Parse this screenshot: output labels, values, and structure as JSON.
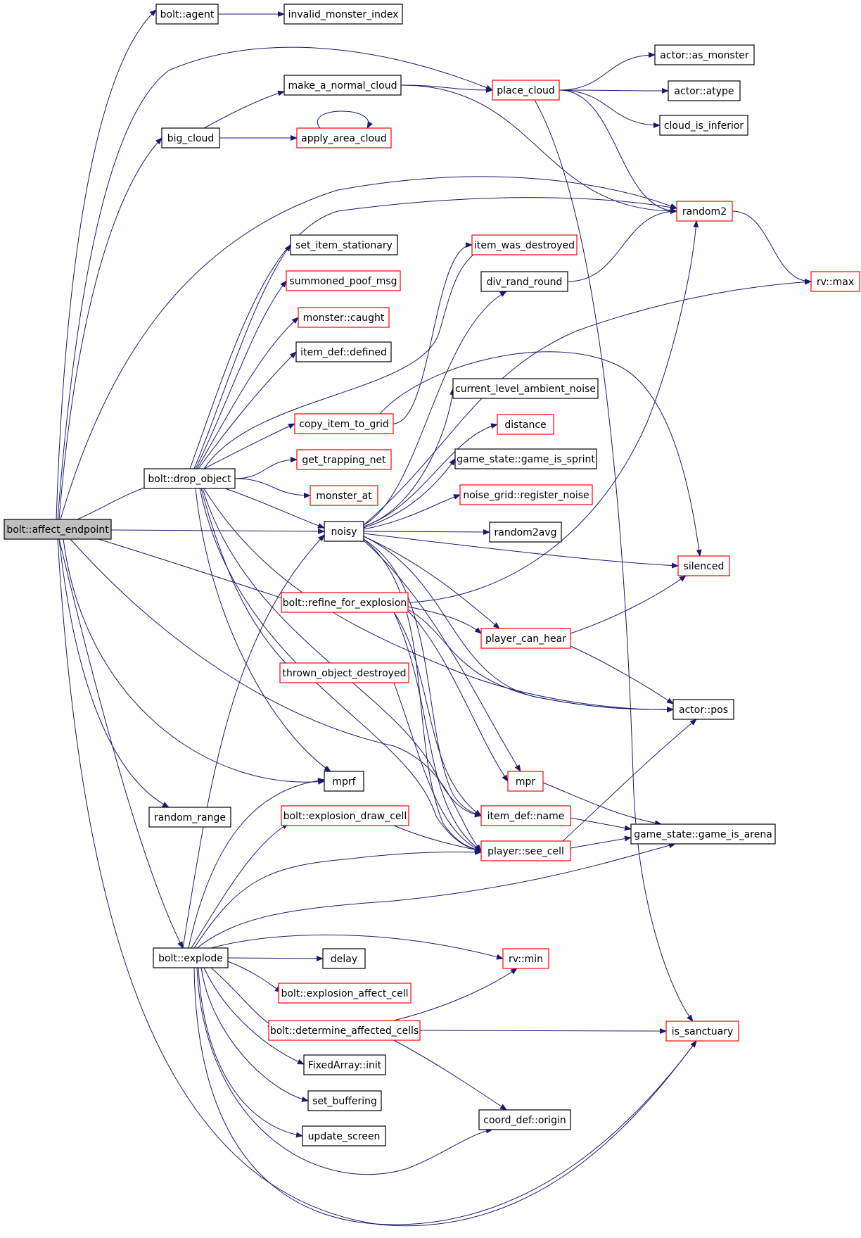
{
  "colors": {
    "edge": "#191970",
    "normal_border": "#000000",
    "truncated_border": "#ff0000",
    "root_fill": "#bfbfbf",
    "node_fill": "#ffffff"
  },
  "nodes": [
    {
      "id": "affect_endpoint",
      "label": "bolt::affect_endpoint",
      "style": "root"
    },
    {
      "id": "agent",
      "label": "bolt::agent",
      "style": "normal"
    },
    {
      "id": "invalid_monster_index",
      "label": "invalid_monster_index",
      "style": "normal"
    },
    {
      "id": "make_a_normal_cloud",
      "label": "make_a_normal_cloud",
      "style": "normal"
    },
    {
      "id": "place_cloud",
      "label": "place_cloud",
      "style": "truncated"
    },
    {
      "id": "as_monster",
      "label": "actor::as_monster",
      "style": "normal"
    },
    {
      "id": "atype",
      "label": "actor::atype",
      "style": "normal"
    },
    {
      "id": "cloud_is_inferior",
      "label": "cloud_is_inferior",
      "style": "normal"
    },
    {
      "id": "big_cloud",
      "label": "big_cloud",
      "style": "normal"
    },
    {
      "id": "apply_area_cloud",
      "label": "apply_area_cloud",
      "style": "truncated"
    },
    {
      "id": "random2",
      "label": "random2",
      "style": "truncated"
    },
    {
      "id": "set_item_stationary",
      "label": "set_item_stationary",
      "style": "normal"
    },
    {
      "id": "item_was_destroyed",
      "label": "item_was_destroyed",
      "style": "truncated"
    },
    {
      "id": "rv_max",
      "label": "rv::max",
      "style": "truncated"
    },
    {
      "id": "summoned_poof_msg",
      "label": "summoned_poof_msg",
      "style": "truncated"
    },
    {
      "id": "div_rand_round",
      "label": "div_rand_round",
      "style": "normal"
    },
    {
      "id": "monster_caught",
      "label": "monster::caught",
      "style": "truncated"
    },
    {
      "id": "item_def_defined",
      "label": "item_def::defined",
      "style": "normal"
    },
    {
      "id": "current_level_ambient_noise",
      "label": "current_level_ambient_noise",
      "style": "normal"
    },
    {
      "id": "copy_item_to_grid",
      "label": "copy_item_to_grid",
      "style": "truncated"
    },
    {
      "id": "distance",
      "label": "distance",
      "style": "truncated"
    },
    {
      "id": "get_trapping_net",
      "label": "get_trapping_net",
      "style": "truncated"
    },
    {
      "id": "game_is_sprint",
      "label": "game_state::game_is_sprint",
      "style": "normal"
    },
    {
      "id": "drop_object",
      "label": "bolt::drop_object",
      "style": "normal"
    },
    {
      "id": "monster_at",
      "label": "monster_at",
      "style": "truncated"
    },
    {
      "id": "register_noise",
      "label": "noise_grid::register_noise",
      "style": "truncated"
    },
    {
      "id": "noisy",
      "label": "noisy",
      "style": "normal"
    },
    {
      "id": "random2avg",
      "label": "random2avg",
      "style": "normal"
    },
    {
      "id": "silenced",
      "label": "silenced",
      "style": "truncated"
    },
    {
      "id": "refine_for_explosion",
      "label": "bolt::refine_for_explosion",
      "style": "truncated"
    },
    {
      "id": "player_can_hear",
      "label": "player_can_hear",
      "style": "truncated"
    },
    {
      "id": "thrown_object_destroyed",
      "label": "thrown_object_destroyed",
      "style": "truncated"
    },
    {
      "id": "actor_pos",
      "label": "actor::pos",
      "style": "normal"
    },
    {
      "id": "mprf",
      "label": "mprf",
      "style": "normal"
    },
    {
      "id": "mpr",
      "label": "mpr",
      "style": "truncated"
    },
    {
      "id": "random_range",
      "label": "random_range",
      "style": "normal"
    },
    {
      "id": "explosion_draw_cell",
      "label": "bolt::explosion_draw_cell",
      "style": "truncated"
    },
    {
      "id": "item_def_name",
      "label": "item_def::name",
      "style": "truncated"
    },
    {
      "id": "game_is_arena",
      "label": "game_state::game_is_arena",
      "style": "normal"
    },
    {
      "id": "player_see_cell",
      "label": "player::see_cell",
      "style": "truncated"
    },
    {
      "id": "explode",
      "label": "bolt::explode",
      "style": "normal"
    },
    {
      "id": "delay",
      "label": "delay",
      "style": "normal"
    },
    {
      "id": "rv_min",
      "label": "rv::min",
      "style": "truncated"
    },
    {
      "id": "explosion_affect_cell",
      "label": "bolt::explosion_affect_cell",
      "style": "truncated"
    },
    {
      "id": "determine_affected_cells",
      "label": "bolt::determine_affected_cells",
      "style": "truncated"
    },
    {
      "id": "is_sanctuary",
      "label": "is_sanctuary",
      "style": "truncated"
    },
    {
      "id": "fixedarray_init",
      "label": "FixedArray::init",
      "style": "normal"
    },
    {
      "id": "set_buffering",
      "label": "set_buffering",
      "style": "normal"
    },
    {
      "id": "coord_origin",
      "label": "coord_def::origin",
      "style": "normal"
    },
    {
      "id": "update_screen",
      "label": "update_screen",
      "style": "normal"
    }
  ],
  "edges": [
    [
      "affect_endpoint",
      "agent"
    ],
    [
      "affect_endpoint",
      "place_cloud"
    ],
    [
      "affect_endpoint",
      "big_cloud"
    ],
    [
      "affect_endpoint",
      "random2"
    ],
    [
      "affect_endpoint",
      "drop_object"
    ],
    [
      "affect_endpoint",
      "noisy"
    ],
    [
      "affect_endpoint",
      "refine_for_explosion"
    ],
    [
      "affect_endpoint",
      "player_see_cell"
    ],
    [
      "affect_endpoint",
      "mprf"
    ],
    [
      "affect_endpoint",
      "random_range"
    ],
    [
      "affect_endpoint",
      "explode"
    ],
    [
      "affect_endpoint",
      "is_sanctuary"
    ],
    [
      "agent",
      "invalid_monster_index"
    ],
    [
      "big_cloud",
      "make_a_normal_cloud"
    ],
    [
      "big_cloud",
      "apply_area_cloud"
    ],
    [
      "make_a_normal_cloud",
      "place_cloud"
    ],
    [
      "make_a_normal_cloud",
      "random2"
    ],
    [
      "apply_area_cloud",
      "apply_area_cloud"
    ],
    [
      "place_cloud",
      "as_monster"
    ],
    [
      "place_cloud",
      "atype"
    ],
    [
      "place_cloud",
      "cloud_is_inferior"
    ],
    [
      "place_cloud",
      "random2"
    ],
    [
      "place_cloud",
      "is_sanctuary"
    ],
    [
      "random2",
      "rv_max"
    ],
    [
      "drop_object",
      "random2"
    ],
    [
      "drop_object",
      "set_item_stationary"
    ],
    [
      "drop_object",
      "summoned_poof_msg"
    ],
    [
      "drop_object",
      "monster_caught"
    ],
    [
      "drop_object",
      "item_def_defined"
    ],
    [
      "drop_object",
      "copy_item_to_grid"
    ],
    [
      "drop_object",
      "get_trapping_net"
    ],
    [
      "drop_object",
      "monster_at"
    ],
    [
      "drop_object",
      "noisy"
    ],
    [
      "drop_object",
      "thrown_object_destroyed"
    ],
    [
      "drop_object",
      "mprf"
    ],
    [
      "drop_object",
      "actor_pos"
    ],
    [
      "drop_object",
      "item_def_name"
    ],
    [
      "drop_object",
      "player_see_cell"
    ],
    [
      "drop_object",
      "item_was_destroyed"
    ],
    [
      "copy_item_to_grid",
      "item_was_destroyed"
    ],
    [
      "copy_item_to_grid",
      "silenced"
    ],
    [
      "div_rand_round",
      "random2"
    ],
    [
      "noisy",
      "current_level_ambient_noise"
    ],
    [
      "noisy",
      "distance"
    ],
    [
      "noisy",
      "game_is_sprint"
    ],
    [
      "noisy",
      "register_noise"
    ],
    [
      "noisy",
      "random2avg"
    ],
    [
      "noisy",
      "silenced"
    ],
    [
      "noisy",
      "div_rand_round"
    ],
    [
      "noisy",
      "rv_max"
    ],
    [
      "noisy",
      "player_can_hear"
    ],
    [
      "noisy",
      "actor_pos"
    ],
    [
      "noisy",
      "mpr"
    ],
    [
      "noisy",
      "item_def_name"
    ],
    [
      "noisy",
      "player_see_cell"
    ],
    [
      "refine_for_explosion",
      "random2"
    ],
    [
      "refine_for_explosion",
      "player_can_hear"
    ],
    [
      "refine_for_explosion",
      "actor_pos"
    ],
    [
      "refine_for_explosion",
      "mpr"
    ],
    [
      "refine_for_explosion",
      "item_def_name"
    ],
    [
      "refine_for_explosion",
      "player_see_cell"
    ],
    [
      "player_can_hear",
      "silenced"
    ],
    [
      "player_can_hear",
      "actor_pos"
    ],
    [
      "thrown_object_destroyed",
      "player_see_cell"
    ],
    [
      "mpr",
      "game_is_arena"
    ],
    [
      "item_def_name",
      "game_is_arena"
    ],
    [
      "player_see_cell",
      "actor_pos"
    ],
    [
      "player_see_cell",
      "game_is_arena"
    ],
    [
      "explosion_draw_cell",
      "player_see_cell"
    ],
    [
      "explode",
      "noisy"
    ],
    [
      "explode",
      "mprf"
    ],
    [
      "explode",
      "explosion_draw_cell"
    ],
    [
      "explode",
      "player_see_cell"
    ],
    [
      "explode",
      "game_is_arena"
    ],
    [
      "explode",
      "rv_min"
    ],
    [
      "explode",
      "delay"
    ],
    [
      "explode",
      "explosion_affect_cell"
    ],
    [
      "explode",
      "determine_affected_cells"
    ],
    [
      "explode",
      "fixedarray_init"
    ],
    [
      "explode",
      "set_buffering"
    ],
    [
      "explode",
      "update_screen"
    ],
    [
      "explode",
      "coord_origin"
    ],
    [
      "explode",
      "is_sanctuary"
    ],
    [
      "determine_affected_cells",
      "rv_min"
    ],
    [
      "determine_affected_cells",
      "is_sanctuary"
    ],
    [
      "determine_affected_cells",
      "coord_origin"
    ]
  ]
}
